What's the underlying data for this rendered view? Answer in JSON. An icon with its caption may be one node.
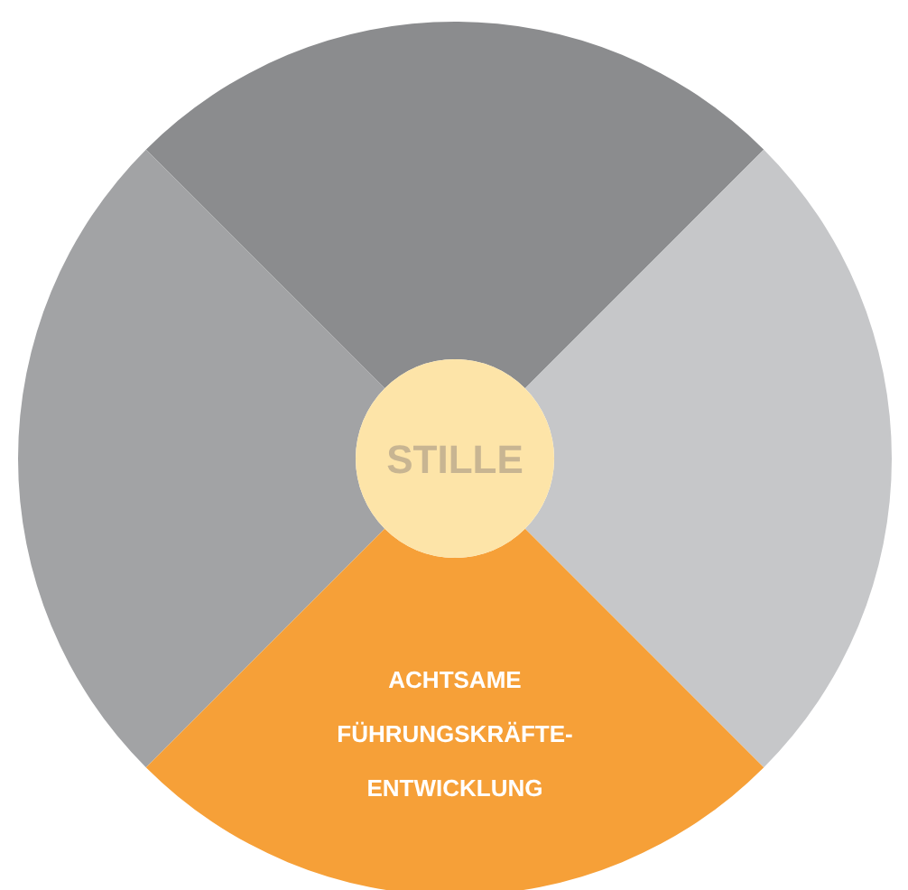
{
  "diagram": {
    "nodes": [
      {
        "text": [],
        "shape": "wedge"
      },
      {
        "text": [],
        "shape": "wedge"
      },
      {
        "text": [
          "STILLE"
        ]
      },
      {
        "text": [],
        "shape": "wedge"
      },
      {
        "text": [
          "ACHTSAME FÜHRUNGSKRÄFTE- ENTWICKLUNG"
        ]
      }
    ]
  }
}
